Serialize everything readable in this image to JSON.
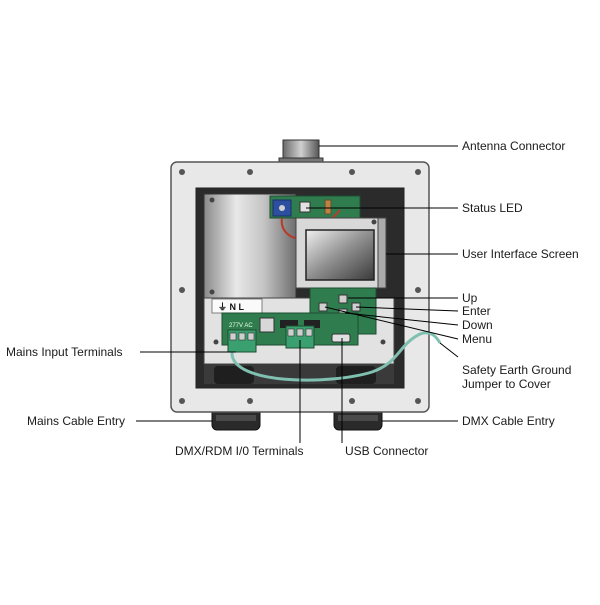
{
  "diagram": {
    "labels": {
      "antenna_connector": "Antenna Connector",
      "status_led": "Status LED",
      "user_interface_screen": "User Interface Screen",
      "up": "Up",
      "enter": "Enter",
      "down": "Down",
      "menu": "Menu",
      "safety_earth_line1": "Safety Earth Ground",
      "safety_earth_line2": "Jumper to Cover",
      "mains_input_terminals": "Mains Input Terminals",
      "mains_cable_entry": "Mains Cable Entry",
      "dmx_cable_entry": "DMX Cable Entry",
      "dmx_rdm_io_terminals": "DMX/RDM I/0 Terminals",
      "usb_connector": "USB Connector"
    },
    "board_markings": {
      "ground_n_l": "⏚ N L",
      "voltage": "277V AC"
    },
    "colors": {
      "enclosure": "#e6e6e6",
      "enclosure_edge": "#555555",
      "interior": "#2b2b2b",
      "pcb": "#2f7d4e",
      "terminal_block": "#3aa070",
      "earth_wire": "#7fc0b0",
      "leader_line": "#000000"
    }
  }
}
